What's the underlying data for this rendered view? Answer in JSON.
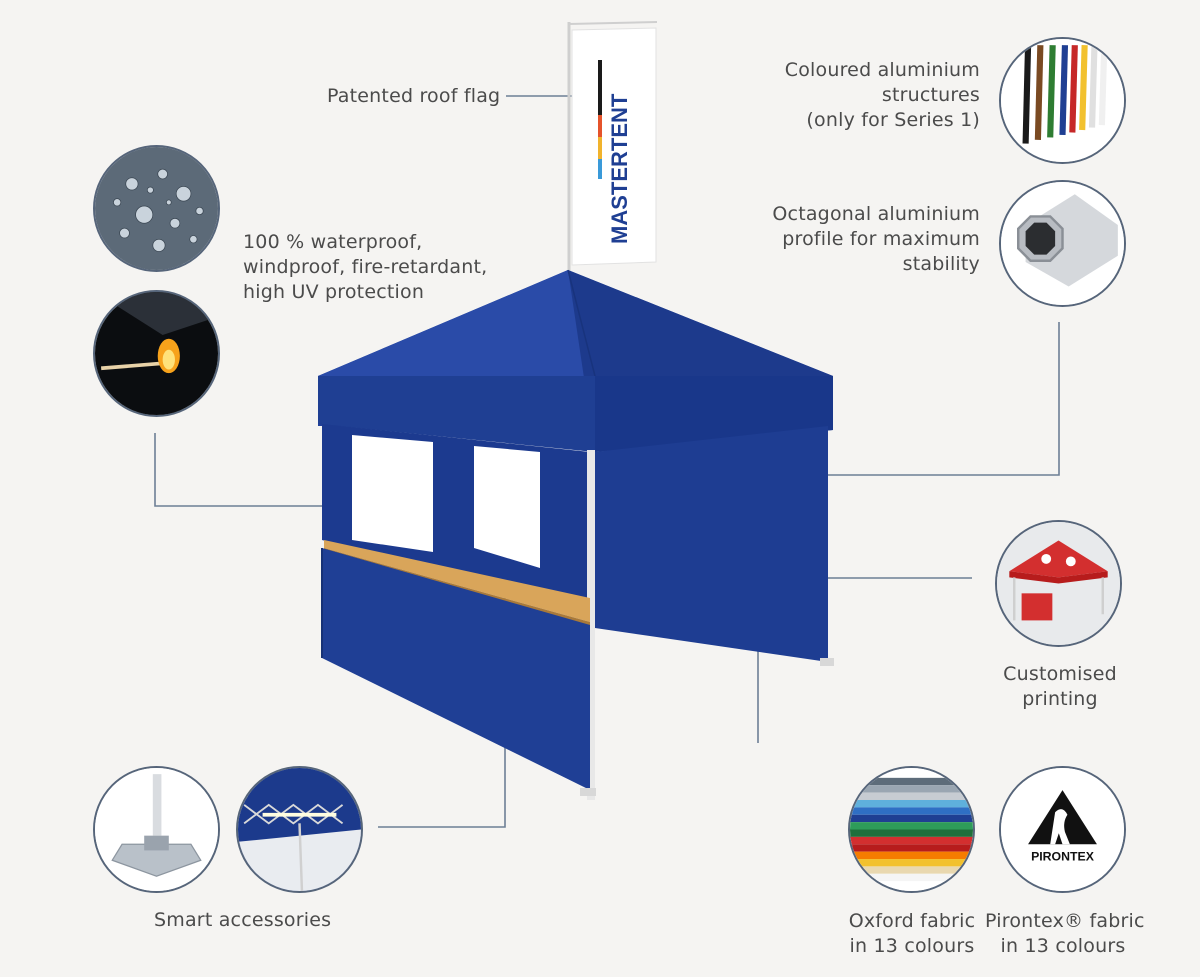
{
  "labels": {
    "roof_flag": "Patented roof flag",
    "flag_brand": "MASTERTENT",
    "colored_structures": [
      "Coloured aluminium",
      "structures",
      "(only for Series 1)"
    ],
    "octagonal": [
      "Octagonal aluminium",
      "profile for maximum",
      "stability"
    ],
    "waterproof": [
      "100 % waterproof,",
      "windproof, fire-retardant,",
      "high UV protection"
    ],
    "printing": [
      "Customised",
      "printing"
    ],
    "accessories": "Smart accessories",
    "oxford": [
      "Oxford fabric",
      "in 13 colours"
    ],
    "pirontex": [
      "Pirontex® fabric",
      "in 13 colours"
    ],
    "pirontex_logo": "PIRONTEX"
  },
  "colors": {
    "tent_blue": "#1f3f93",
    "leader_line": "#6d7f95",
    "circle_border": "#56657a",
    "background": "#f5f4f2"
  },
  "icons": [
    "water-drops-image",
    "burning-match-image",
    "colored-poles-image",
    "octagonal-profile-image",
    "printed-tent-image",
    "weight-plate-image",
    "led-light-image",
    "fabric-stack-image",
    "pirontex-logo-image"
  ]
}
